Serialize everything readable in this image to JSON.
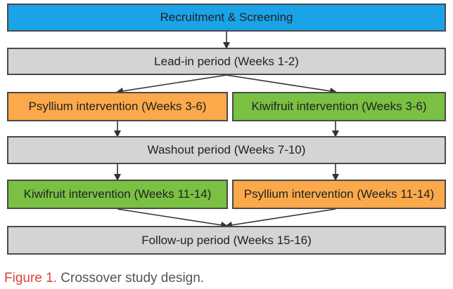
{
  "colors": {
    "blue": "#1ba3e8",
    "gray": "#d4d4d4",
    "orange": "#fba94a",
    "green": "#7ac043",
    "border": "#4a4a4a",
    "arrow": "#333333",
    "caption_label": "#d9423a",
    "caption_text": "#555555"
  },
  "diagram": {
    "recruitment": "Recruitment & Screening",
    "lead_in": "Lead-in period (Weeks 1-2)",
    "psyllium_first": "Psyllium intervention (Weeks 3-6)",
    "kiwifruit_first": "Kiwifruit intervention (Weeks 3-6)",
    "washout": "Washout period (Weeks 7-10)",
    "kiwifruit_second": "Kiwifruit intervention (Weeks 11-14)",
    "psyllium_second": "Psyllium intervention (Weeks 11-14)",
    "follow_up": "Follow-up period (Weeks 15-16)"
  },
  "caption": {
    "label": "Figure 1.",
    "text": "Crossover study design."
  }
}
